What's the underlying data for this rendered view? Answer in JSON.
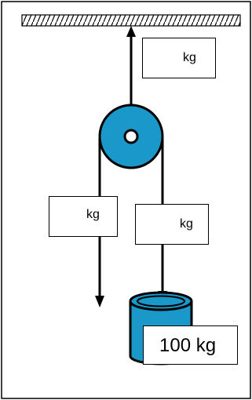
{
  "labels": {
    "upper_tension_unit": "kg",
    "left_tension_unit": "kg",
    "right_tension_unit": "kg",
    "hanging_mass": "100 kg"
  },
  "colors": {
    "pulley": "#1a98c9",
    "bucket": "#1a98c9",
    "line": "#000000",
    "frame": "#000000"
  }
}
